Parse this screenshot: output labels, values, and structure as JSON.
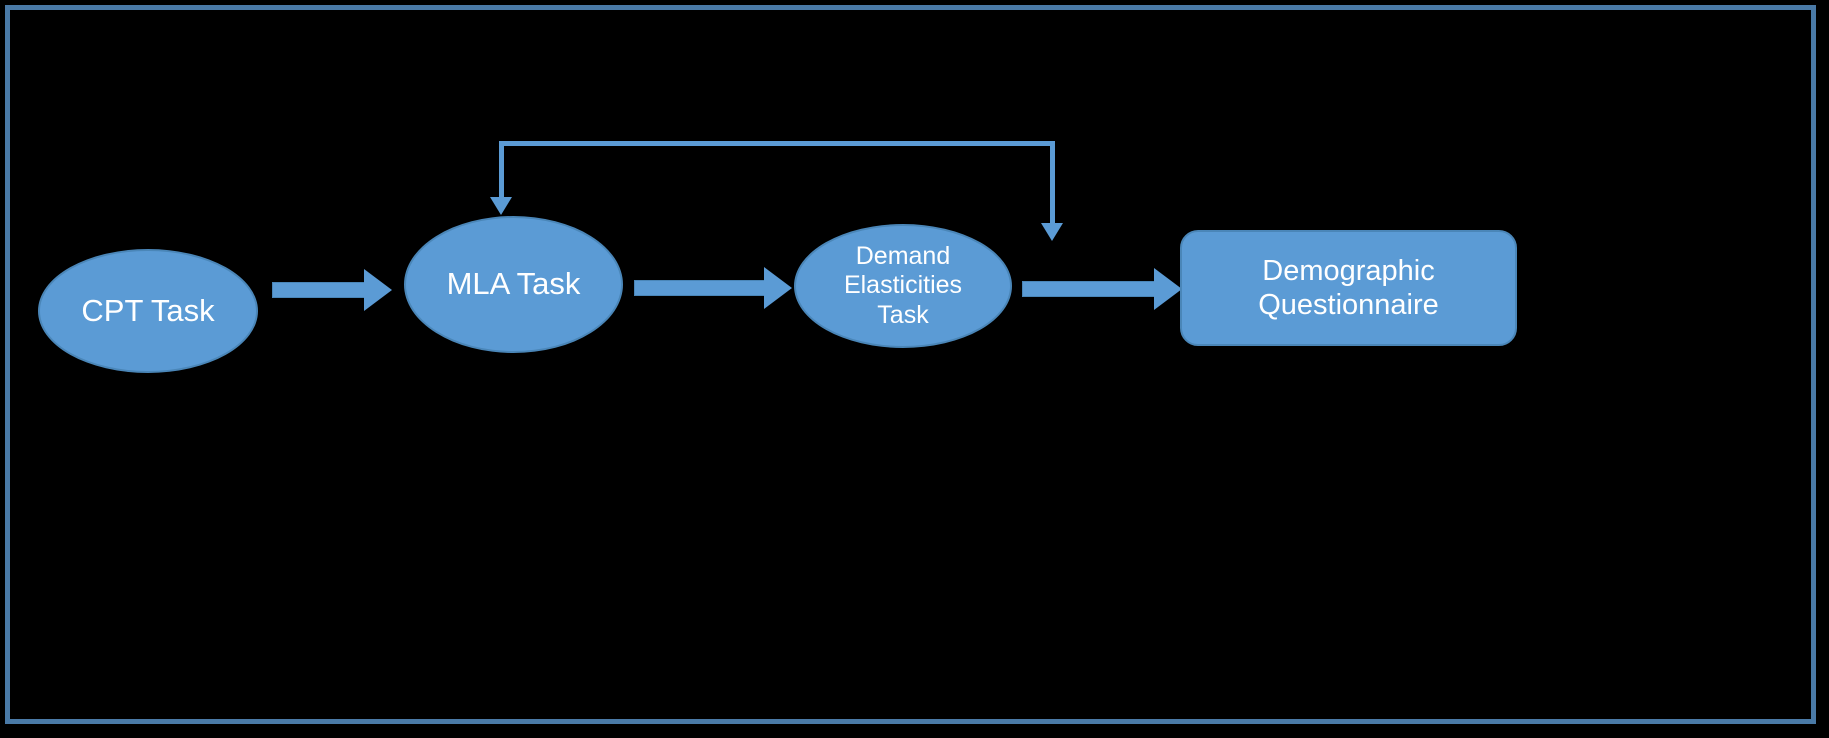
{
  "diagram": {
    "title": "Experimental task sequence flowchart",
    "background_color": "#000000",
    "node_fill_color": "#5B9BD5",
    "node_border_color": "#4A86B8",
    "connector_color": "#5B9BD5",
    "label_color": "#FFFFFF",
    "frame_color": "#4A7AA7",
    "nodes": [
      {
        "id": "cpt",
        "label": "CPT Task",
        "shape": "ellipse",
        "font_size": "31px"
      },
      {
        "id": "mla",
        "label": "MLA Task",
        "shape": "ellipse",
        "font_size": "31px"
      },
      {
        "id": "demand",
        "label": "Demand\nElasticities\nTask",
        "shape": "ellipse",
        "font_size": "25px"
      },
      {
        "id": "demographic",
        "label": "Demographic\nQuestionnaire",
        "shape": "rounded-rectangle",
        "font_size": "29px"
      }
    ],
    "connectors": [
      {
        "id": "cpt-to-mla",
        "from": "cpt",
        "to": "mla",
        "style": "block-arrow",
        "direction": "right"
      },
      {
        "id": "mla-to-demand",
        "from": "mla",
        "to": "demand",
        "style": "block-arrow",
        "direction": "right"
      },
      {
        "id": "demand-to-demographic",
        "from": "demand",
        "to": "demographic",
        "style": "block-arrow",
        "direction": "right"
      },
      {
        "id": "counterbalance-to-mla",
        "from": "split",
        "to": "mla",
        "style": "elbow-line-arrow",
        "direction": "down"
      },
      {
        "id": "counterbalance-to-demand",
        "from": "split",
        "to": "demand",
        "style": "elbow-line-arrow",
        "direction": "down"
      }
    ]
  }
}
